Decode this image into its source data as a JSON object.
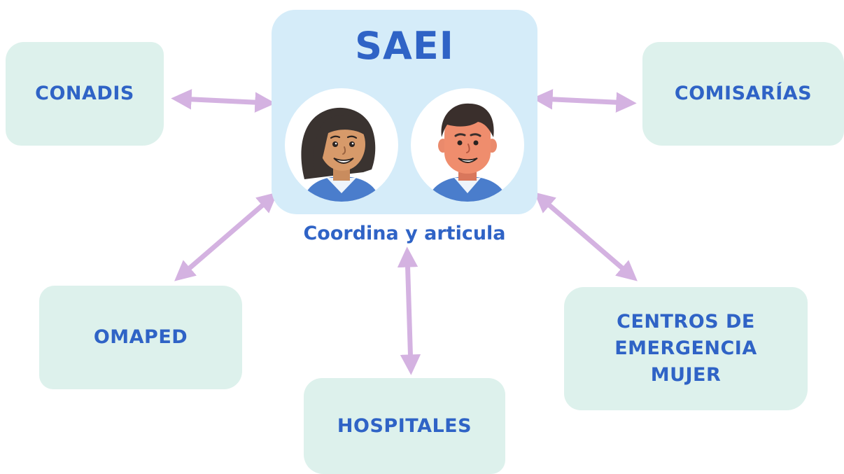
{
  "center": {
    "title": "SAEI",
    "caption": "Coordina y articula"
  },
  "nodes": {
    "conadis": "CONADIS",
    "comisarias": "COMISARÍAS",
    "omaped": "OMAPED",
    "centros": "CENTROS DE EMERGENCIA MUJER",
    "hospitales": "HOSPITALES"
  },
  "colors": {
    "text": "#2f63c6",
    "node_fill": "#ddf1ec",
    "center_fill": "#d5ecf9",
    "arrow": "#d4b2e1"
  }
}
